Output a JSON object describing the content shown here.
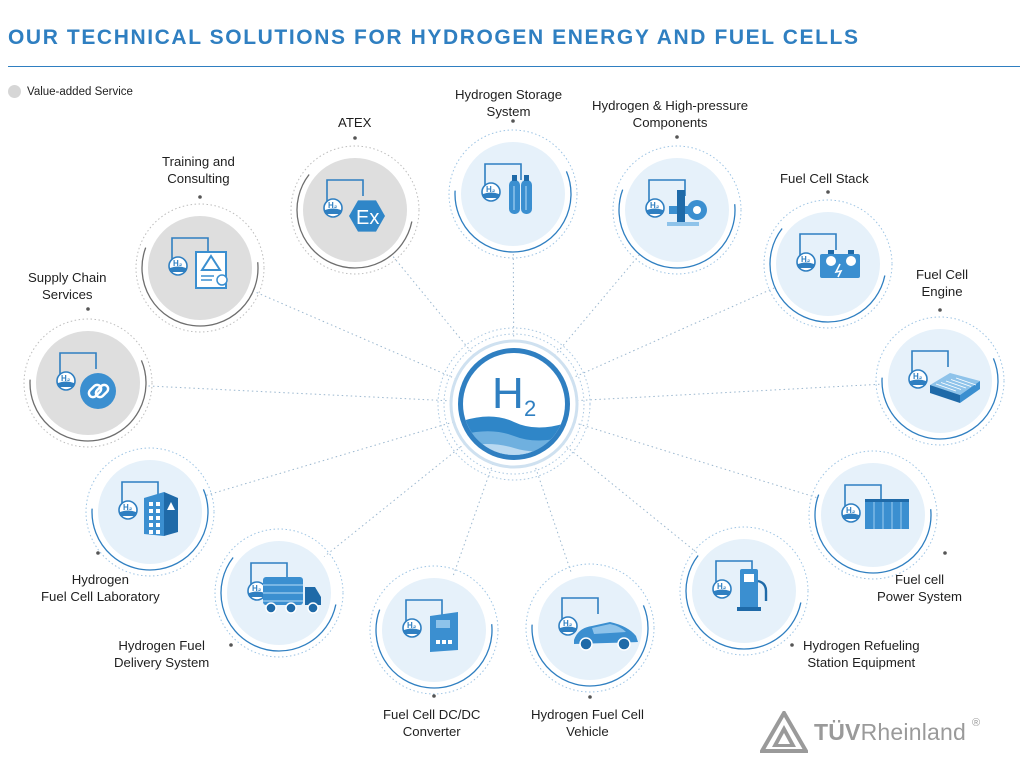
{
  "page": {
    "title": "OUR TECHNICAL SOLUTIONS FOR HYDROGEN ENERGY AND FUEL CELLS",
    "legend_label": "Value-added Service"
  },
  "center": {
    "symbol": "H",
    "subscript": "2"
  },
  "nodes": [
    {
      "id": "supply-chain-services",
      "lines": [
        "Supply Chain",
        "Services"
      ],
      "value_added": true,
      "icon": "link-chain-icon"
    },
    {
      "id": "training-consulting",
      "lines": [
        "Training and",
        "Consulting"
      ],
      "value_added": true,
      "icon": "certificate-icon"
    },
    {
      "id": "atex",
      "lines": [
        "ATEX"
      ],
      "value_added": true,
      "icon": "ex-hexagon-icon"
    },
    {
      "id": "hydrogen-storage",
      "lines": [
        "Hydrogen Storage",
        "System"
      ],
      "value_added": false,
      "icon": "gas-cylinders-icon"
    },
    {
      "id": "hp-components",
      "lines": [
        "Hydrogen & High-pressure",
        "Components"
      ],
      "value_added": false,
      "icon": "valve-icon"
    },
    {
      "id": "fuel-cell-stack",
      "lines": [
        "Fuel Cell Stack"
      ],
      "value_added": false,
      "icon": "battery-stack-icon"
    },
    {
      "id": "fuel-cell-engine",
      "lines": [
        "Fuel Cell",
        "Engine"
      ],
      "value_added": false,
      "icon": "engine-block-icon"
    },
    {
      "id": "fuel-cell-power",
      "lines": [
        "Fuel cell",
        "Power System"
      ],
      "value_added": false,
      "icon": "container-icon"
    },
    {
      "id": "refueling-station",
      "lines": [
        "Hydrogen Refueling",
        "Station Equipment"
      ],
      "value_added": false,
      "icon": "fuel-pump-icon"
    },
    {
      "id": "fuel-cell-vehicle",
      "lines": [
        "Hydrogen Fuel Cell",
        "Vehicle"
      ],
      "value_added": false,
      "icon": "car-icon"
    },
    {
      "id": "dcdc-converter",
      "lines": [
        "Fuel Cell DC/DC",
        "Converter"
      ],
      "value_added": false,
      "icon": "converter-box-icon"
    },
    {
      "id": "delivery-system",
      "lines": [
        "Hydrogen Fuel",
        "Delivery System"
      ],
      "value_added": false,
      "icon": "truck-icon"
    },
    {
      "id": "fuel-cell-lab",
      "lines": [
        "Hydrogen",
        "Fuel Cell Laboratory"
      ],
      "value_added": false,
      "icon": "building-icon"
    }
  ],
  "logo": {
    "brand": "TÜVRheinland",
    "brand_bold": "TÜV",
    "brand_rest": "Rheinland",
    "registered": "®"
  },
  "colors": {
    "brand_blue": "#2f7fc1",
    "light_blue": "#dceaf6",
    "node_blue": "#e6f1fa",
    "value_added_grey": "#dedede",
    "logo_grey": "#9a9a9a"
  }
}
